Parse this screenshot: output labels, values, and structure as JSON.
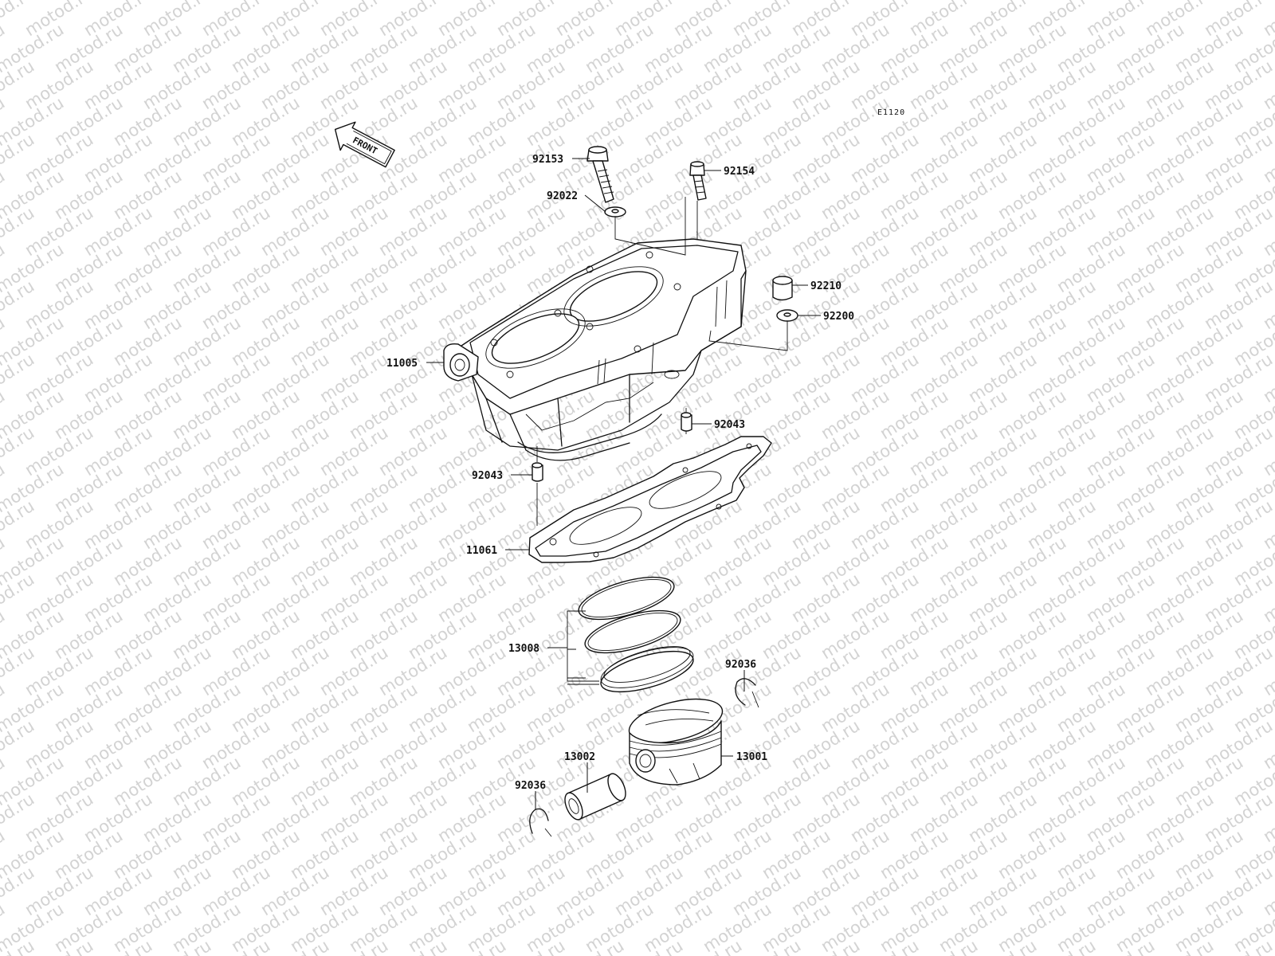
{
  "diagram": {
    "code": "E1120",
    "front_label": "FRONT",
    "watermark_text": "motod.ru",
    "parts": {
      "p92153": "92153",
      "p92154": "92154",
      "p92022": "92022",
      "p92210": "92210",
      "p92200": "92200",
      "p11005": "11005",
      "p92043a": "92043",
      "p92043b": "92043",
      "p11061": "11061",
      "p13008": "13008",
      "p92036a": "92036",
      "p13001": "13001",
      "p13002": "13002",
      "p92036b": "92036"
    }
  }
}
